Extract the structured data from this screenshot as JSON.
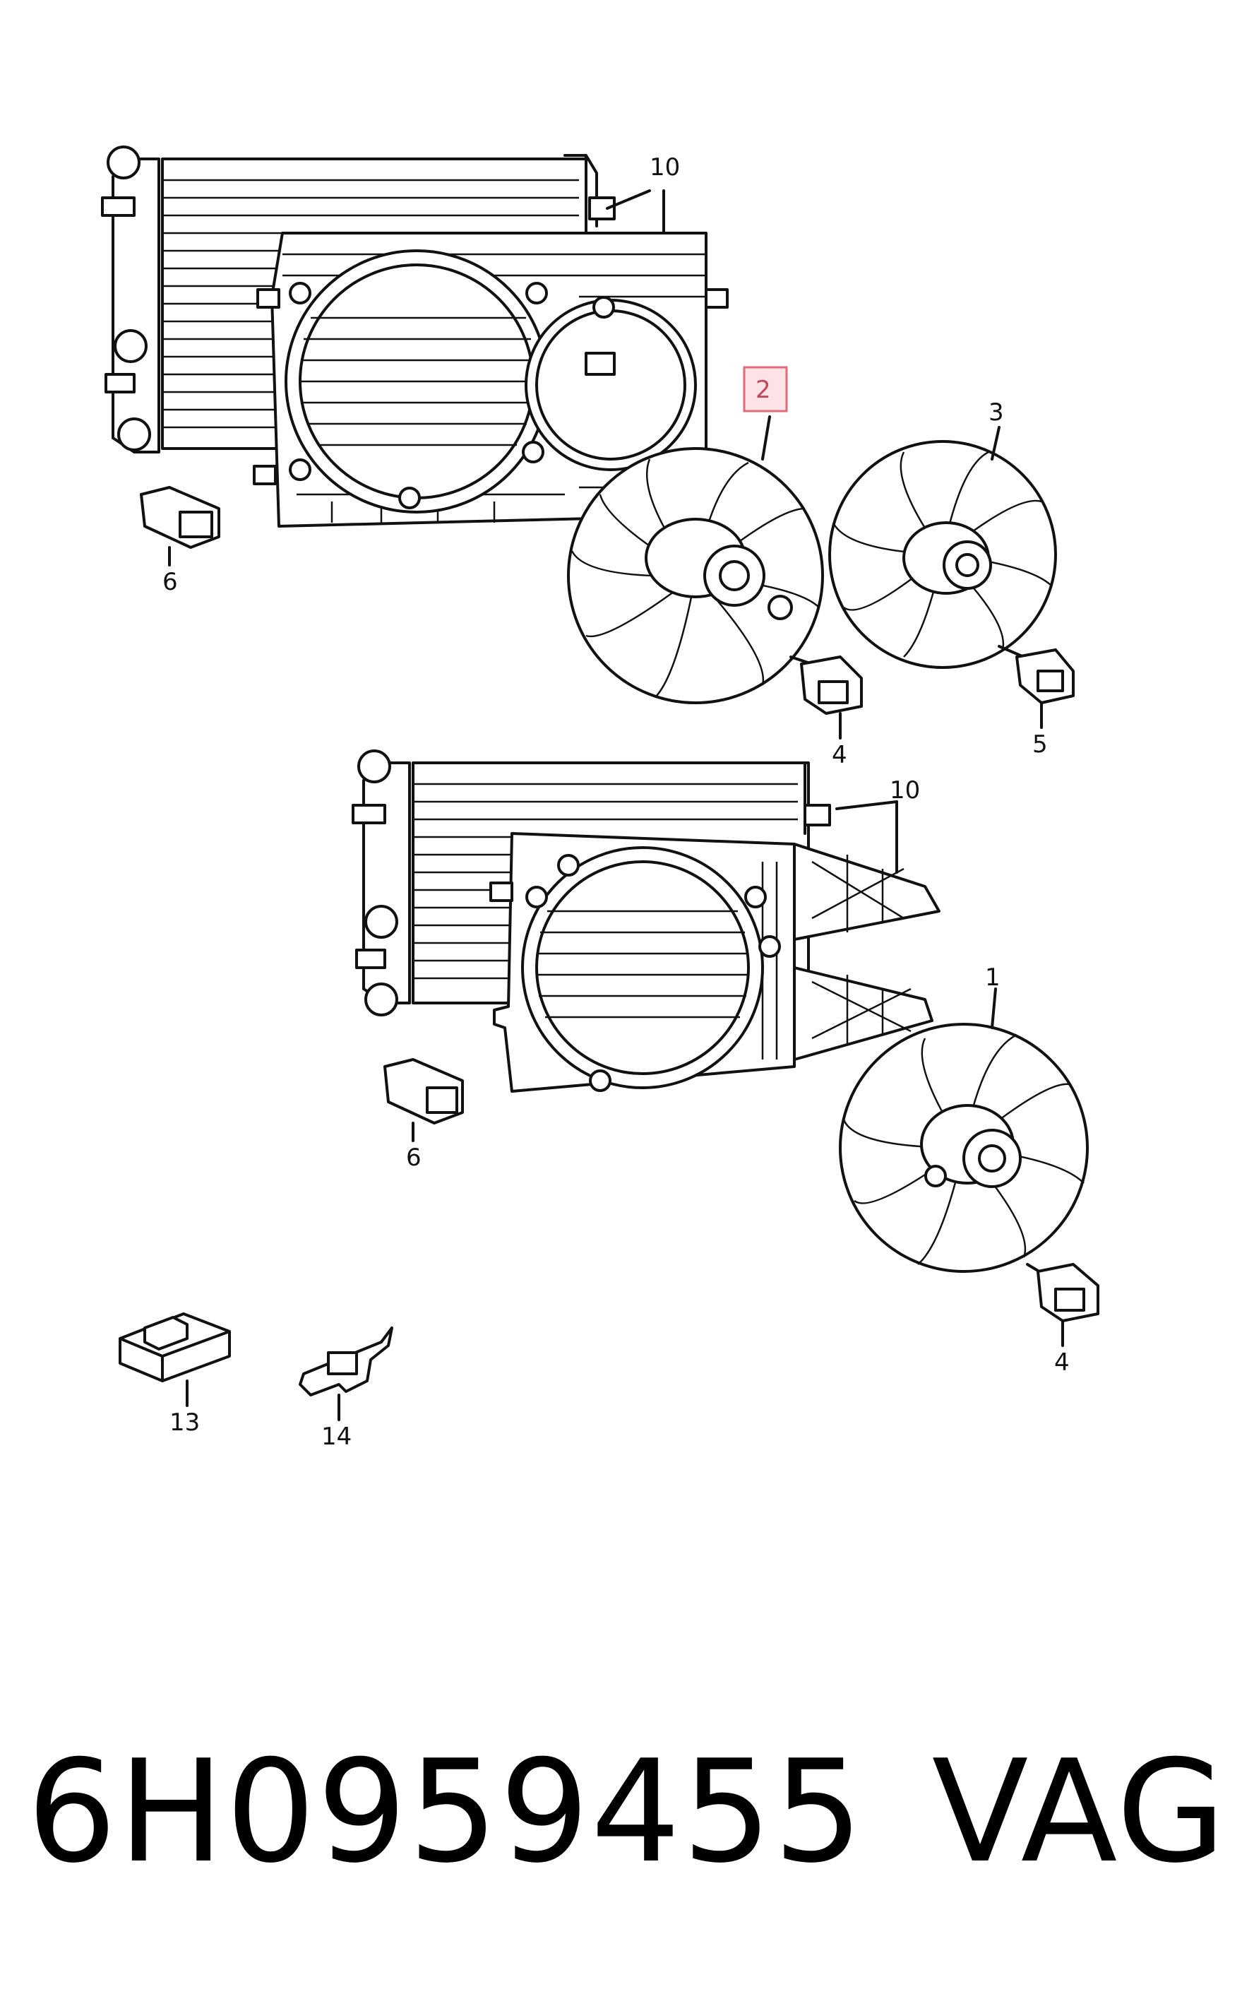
{
  "callouts": {
    "c1": "1",
    "c2": "2",
    "c3": "3",
    "c4a": "4",
    "c4b": "4",
    "c5": "5",
    "c6a": "6",
    "c6b": "6",
    "c10a": "10",
    "c10b": "10",
    "c13": "13",
    "c14": "14"
  },
  "highlight": {
    "color": "#e26a7a",
    "fill": "#fde3e6",
    "callout": "2"
  },
  "caption": {
    "part_number": "6H0959455",
    "brand": "VAG"
  }
}
